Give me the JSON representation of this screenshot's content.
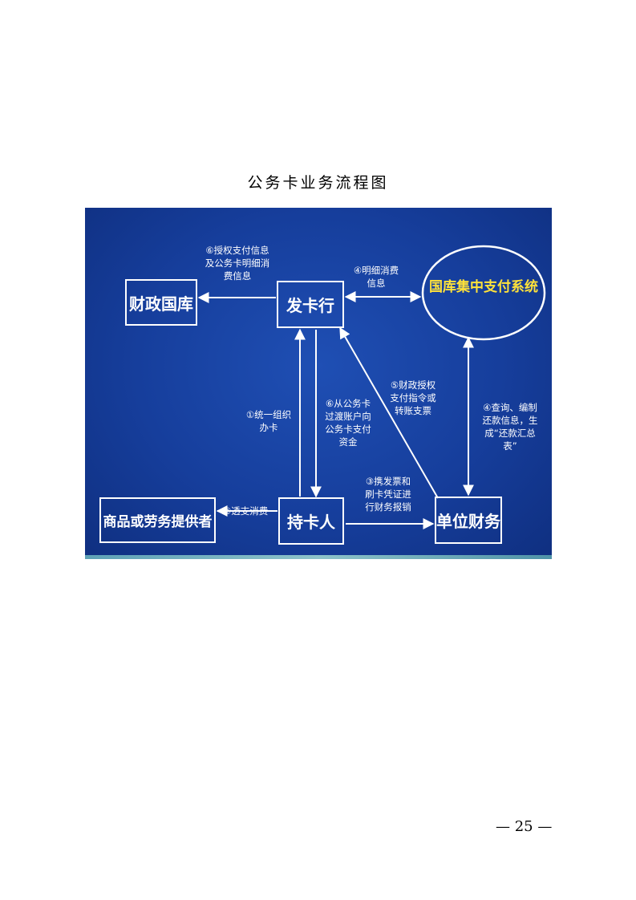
{
  "page_title": "公务卡业务流程图",
  "page_number": "— 25 —",
  "diagram": {
    "nodes": {
      "treasury": "财政国库",
      "issuing_bank": "发卡行",
      "payment_system": "国库集中支付系统",
      "supplier": "商品或劳务提供者",
      "cardholder": "持卡人",
      "unit_finance": "单位财务"
    },
    "notes": {
      "authorize_info": "⑥授权支付信息\n及公务卡明细消\n费信息",
      "detail_info": "④明细消费\n信息",
      "unified_apply": "①统一组织\n办卡",
      "transfer_funds": "⑥从公务卡\n过渡账户向\n公务卡支付\n资金",
      "fiscal_order": "⑤财政授权\n支付指令或\n转账支票",
      "query_compile": "④查询、编制\n还款信息，生\n成“还款汇总\n表”",
      "invoice_reimburse": "③携发票和\n刷卡凭证进\n行财务报销",
      "overdraft": "②透支消费"
    }
  }
}
